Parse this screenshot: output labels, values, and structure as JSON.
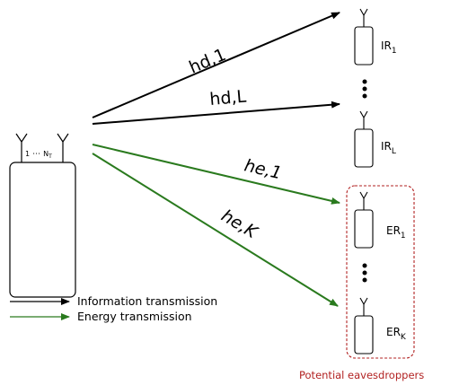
{
  "transmitter": {
    "antenna_range_start": "1",
    "antenna_range_dots": "⋯",
    "antenna_range_end": "N",
    "antenna_range_end_sub": "T"
  },
  "links": {
    "info_1": "hd,1",
    "info_L": "hd,L",
    "energy_1": "he,1",
    "energy_K": "he,K"
  },
  "receivers": {
    "ir_first": {
      "base": "IR",
      "sub": "1"
    },
    "ir_last": {
      "base": "IR",
      "sub": "L"
    },
    "er_first": {
      "base": "ER",
      "sub": "1"
    },
    "er_last": {
      "base": "ER",
      "sub": "K"
    }
  },
  "eavesdropper_label": "Potential eavesdroppers",
  "legend": {
    "information": "Information transmission",
    "energy": "Energy transmission"
  },
  "colors": {
    "information": "#000000",
    "energy": "#2a7a1e",
    "eavesdropper": "#b22222"
  }
}
